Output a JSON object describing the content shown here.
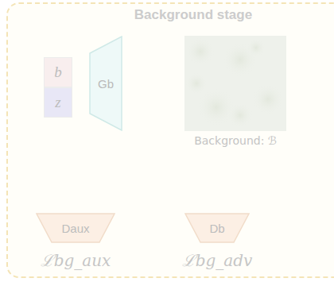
{
  "diagram": {
    "nodes": [
      {
        "text": [
          "Background stage"
        ]
      },
      {
        "text": [
          "b"
        ],
        "in": 0
      },
      {
        "text": [
          "z"
        ],
        "in": 0
      },
      {
        "text": [
          "Gb"
        ],
        "in": 0
      },
      {
        "text": [
          "Background: ℬ"
        ],
        "in": 0
      },
      {
        "text": [
          "Daux"
        ],
        "in": 0
      },
      {
        "text": [
          "Db"
        ],
        "in": 0
      }
    ],
    "edges": [
      {
        "from": 1,
        "to": 3,
        "arrow": "to"
      },
      {
        "from": 3,
        "to": 4,
        "arrow": "to"
      },
      {
        "from": 4,
        "to": 5,
        "arrow": "to"
      },
      {
        "from": 4,
        "to": 6,
        "arrow": "to"
      }
    ],
    "labels": [
      "ℒbg_aux",
      "ℒbg_adv"
    ]
  }
}
